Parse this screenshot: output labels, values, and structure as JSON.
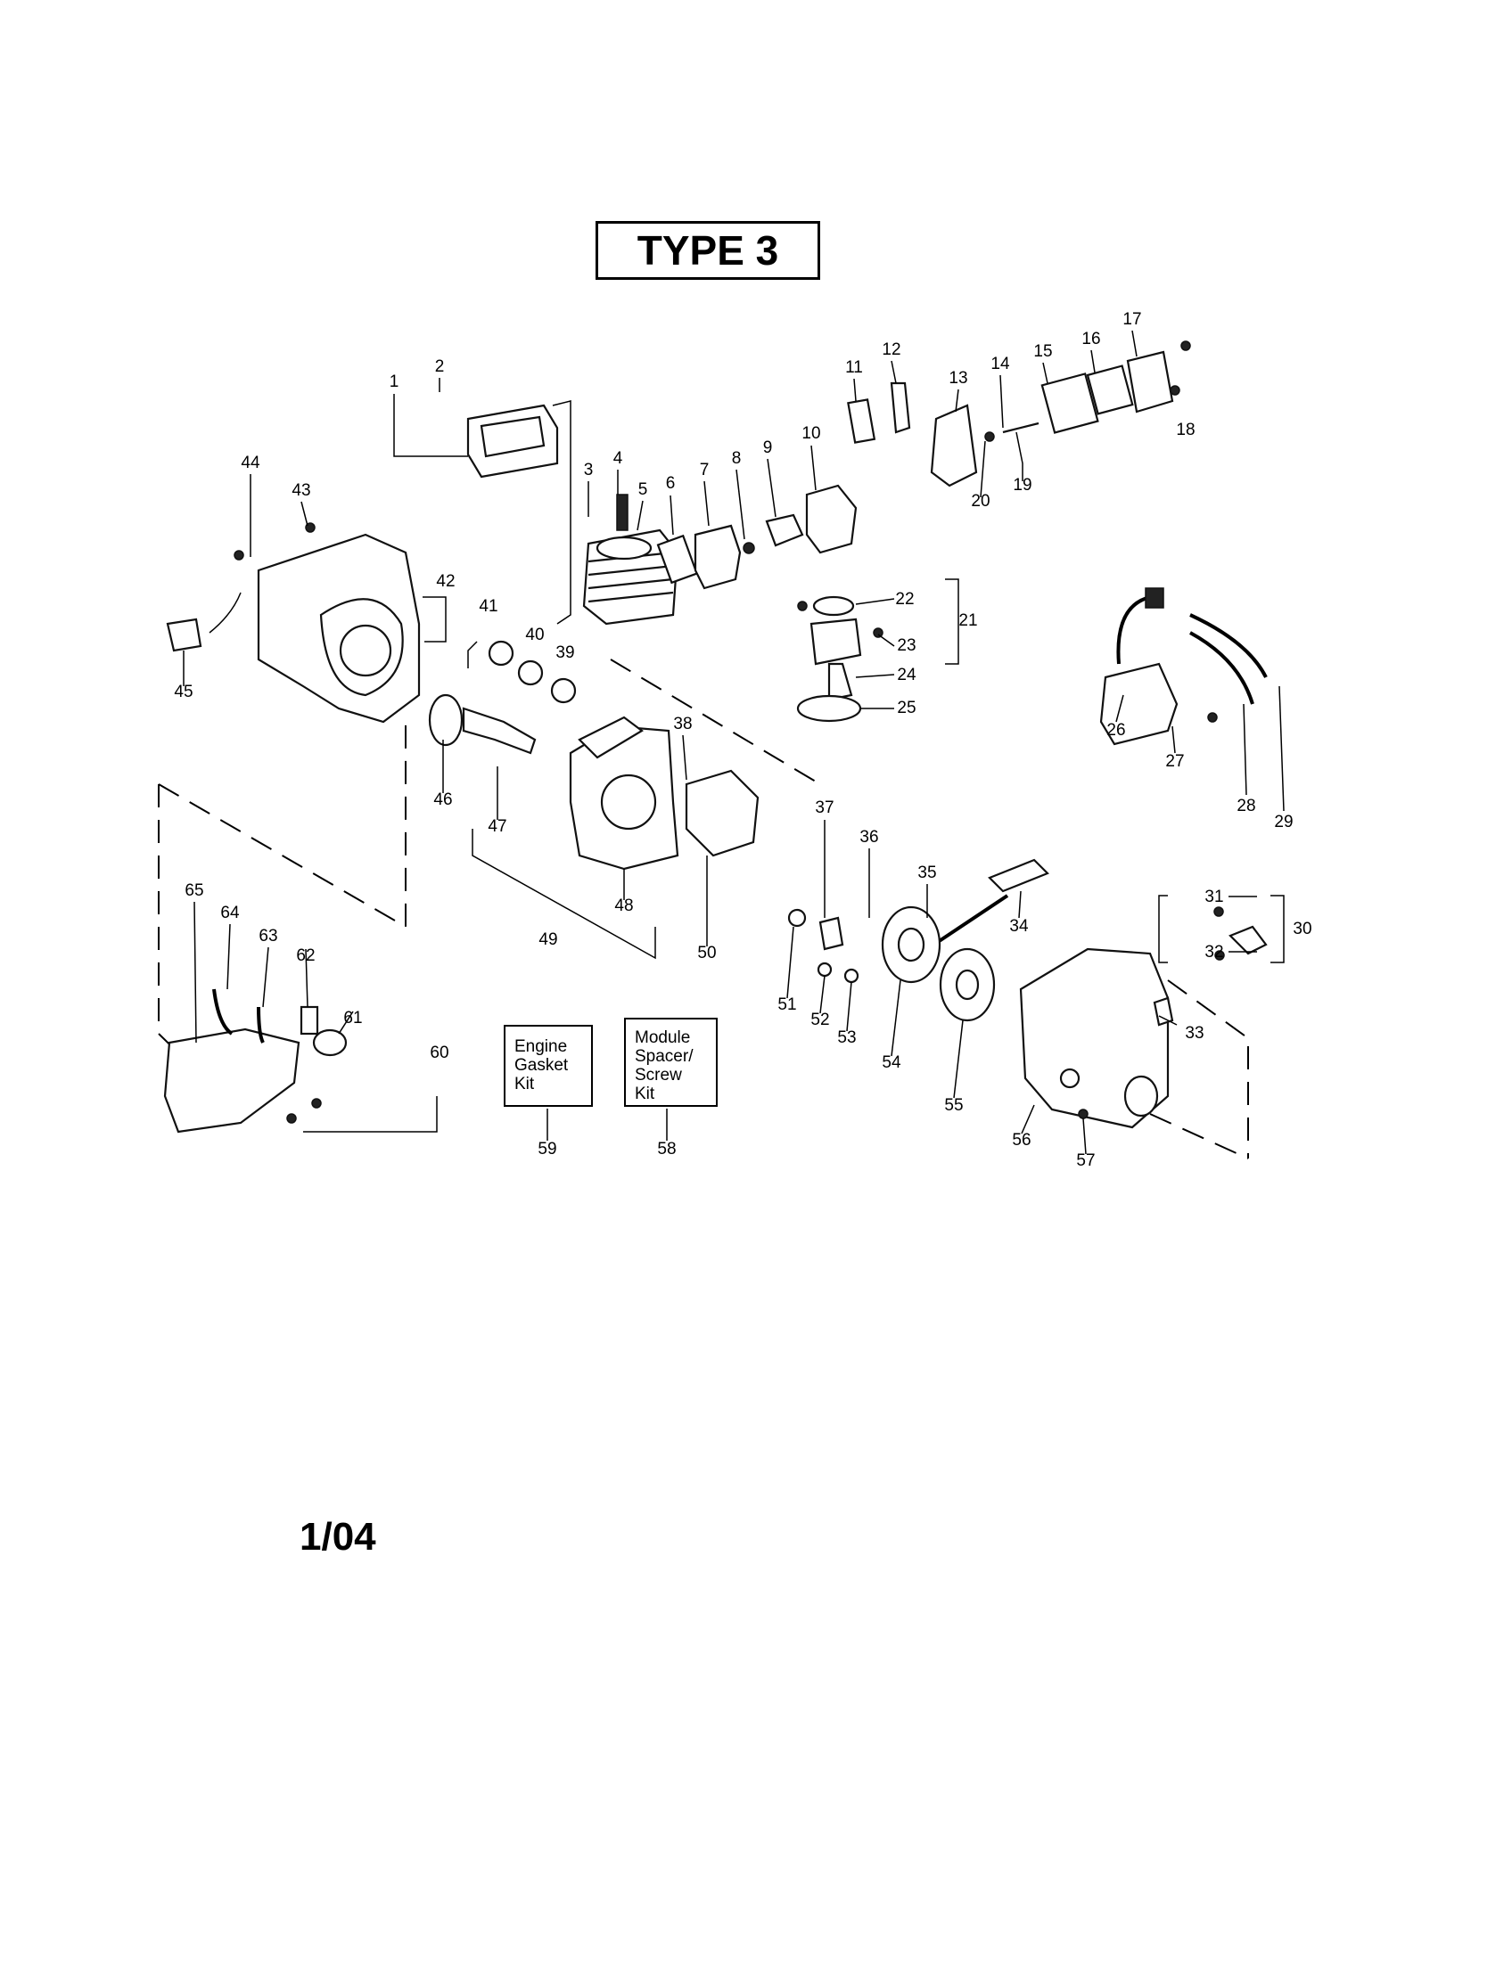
{
  "title": "TYPE 3",
  "date": "1/04",
  "kits": {
    "engine_gasket": [
      "Engine",
      "Gasket",
      "Kit"
    ],
    "module_spacer": [
      "Module",
      "Spacer/",
      "Screw",
      "Kit"
    ]
  },
  "callouts": [
    "1",
    "2",
    "3",
    "4",
    "5",
    "6",
    "7",
    "8",
    "9",
    "10",
    "11",
    "12",
    "13",
    "14",
    "15",
    "16",
    "17",
    "18",
    "19",
    "20",
    "21",
    "22",
    "23",
    "24",
    "25",
    "26",
    "27",
    "28",
    "29",
    "30",
    "31",
    "32",
    "33",
    "34",
    "35",
    "36",
    "37",
    "38",
    "39",
    "40",
    "41",
    "42",
    "43",
    "44",
    "45",
    "46",
    "47",
    "48",
    "49",
    "50",
    "51",
    "52",
    "53",
    "54",
    "55",
    "56",
    "57",
    "58",
    "59",
    "60",
    "61",
    "62",
    "63",
    "64",
    "65"
  ]
}
